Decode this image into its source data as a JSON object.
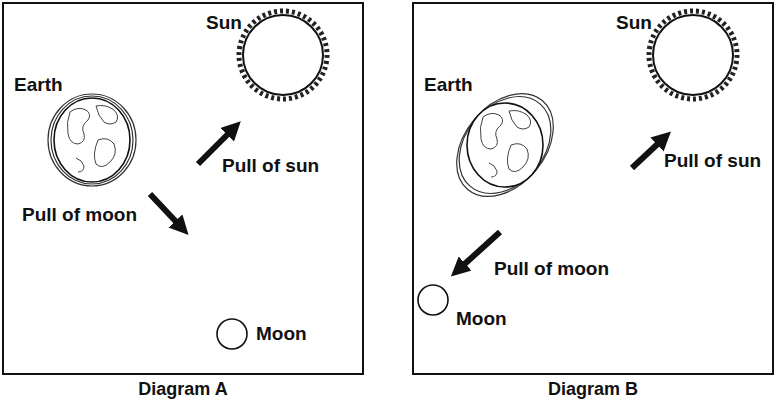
{
  "diagram": {
    "nodes": [
      {
        "text": [
          "Diagram A"
        ]
      },
      {
        "text": [
          "Diagram B"
        ]
      }
    ],
    "labels": [
      "Sun",
      "Pull of sun",
      "Earth",
      "Pull of moon",
      "Moon",
      "Sun",
      "Pull of sun",
      "Earth",
      "Pull of moon",
      "Moon"
    ]
  }
}
